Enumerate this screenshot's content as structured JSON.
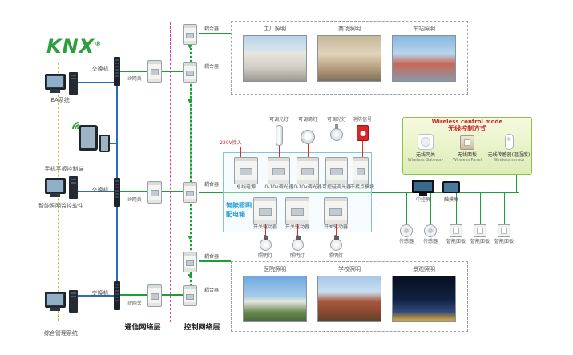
{
  "logo": {
    "text": "KNX",
    "reg": "®"
  },
  "layers": {
    "communication": "通信网络层",
    "control": "控制网络层"
  },
  "left_devices": {
    "ba": "BA系统",
    "mobile": "手机平板控制端",
    "monitor": "智能照明监控软件",
    "mgmt": "综合管理系统"
  },
  "network": {
    "switch": "交换机",
    "gateway": "IP网关",
    "coupler": "耦合器"
  },
  "top_scenes": {
    "s1": "工厂照明",
    "s2": "商场照明",
    "s3": "车站照明"
  },
  "bottom_scenes": {
    "s1": "医院照明",
    "s2": "学校照明",
    "s3": "景观照明"
  },
  "dist_box": {
    "title1": "智能照明",
    "title2": "配电箱",
    "input": "220V接入",
    "m1": "总线电源",
    "m2": "0-10v调光器",
    "m3": "0-10v调光器",
    "m4": "可控硅调光器",
    "m5": "干接点模块",
    "a1": "开关驱动器",
    "a2": "开关驱动器",
    "a3": "开关驱动器",
    "l1": "可调光灯",
    "l2": "可调筒灯",
    "l3": "可调光灯",
    "l4": "消防信号",
    "b1": "照明灯",
    "b2": "照明灯",
    "b3": "照明灯"
  },
  "wireless": {
    "title_en": "Wireless control mode",
    "title_cn": "无线控制方式",
    "i1_cn": "无线网关",
    "i1_en": "Wireless Gateway",
    "i2_cn": "无线面板",
    "i2_en": "Wireless Panel",
    "i3_cn": "无线传感器(温湿度)",
    "i3_en": "Wireless sensor"
  },
  "right_devices": {
    "r1": "中控屏",
    "r2": "触摸屏",
    "s1": "传感器",
    "s2": "传感器",
    "p1": "智能面板",
    "p2": "智能面板",
    "p3": "智能面板"
  },
  "colors": {
    "green": "#1f9d3a",
    "blue": "#2a6fb5",
    "magenta": "#e03aa0",
    "yellow": "#c9b83c",
    "red": "#d93025",
    "knx_green": "#2f9e3f",
    "box_blue": "#1e9cd7"
  }
}
